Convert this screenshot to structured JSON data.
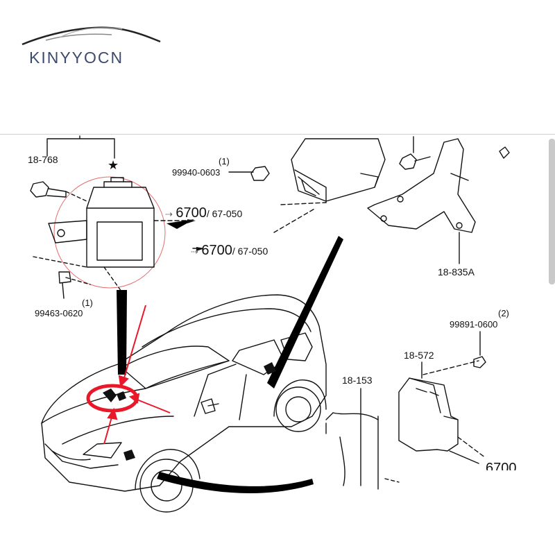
{
  "brand": {
    "logo_text": "KINYYOCN"
  },
  "labels": {
    "l1": "18-768",
    "l2a": "(1)",
    "l2b": "99940-0603",
    "l3_main": "6700",
    "l3_sub": "/ 67-050",
    "l4_main": "6700",
    "l4_sub": "/ 67-050",
    "l5": "18-835A",
    "l6a": "(1)",
    "l6b": "99463-0620",
    "l7a": "(2)",
    "l7b": "99891-0600",
    "l8": "18-572",
    "l9": "18-153",
    "l10": "6700",
    "star": "★"
  },
  "colors": {
    "highlight": "#e8182a",
    "line": "#111111",
    "logo": "#3c4a6e"
  }
}
